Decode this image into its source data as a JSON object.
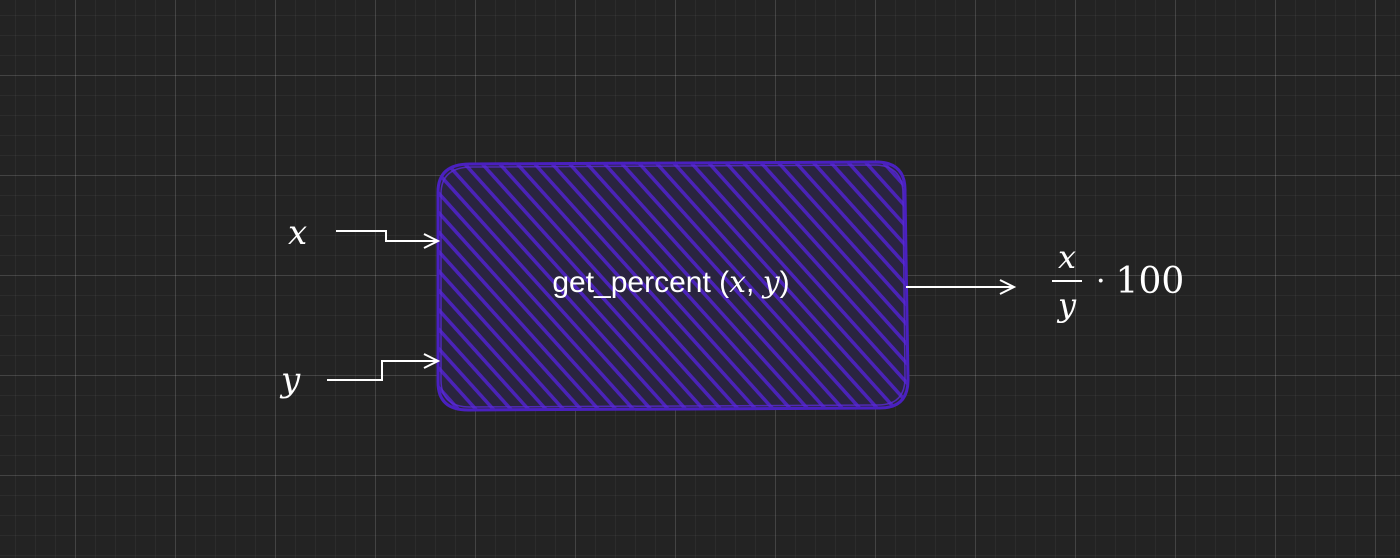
{
  "diagram": {
    "inputs": [
      {
        "label": "x"
      },
      {
        "label": "y"
      }
    ],
    "function": {
      "name": "get_percent",
      "open_paren": "(",
      "arg1": "x",
      "sep": ", ",
      "arg2": "y",
      "close_paren": ")"
    },
    "output": {
      "numerator": "x",
      "denominator": "y",
      "operator": "·",
      "factor": "100"
    }
  },
  "colors": {
    "background": "#232323",
    "box_stroke": "#4a20c0",
    "box_hatch": "#4b23b8",
    "line": "#ffffff"
  }
}
